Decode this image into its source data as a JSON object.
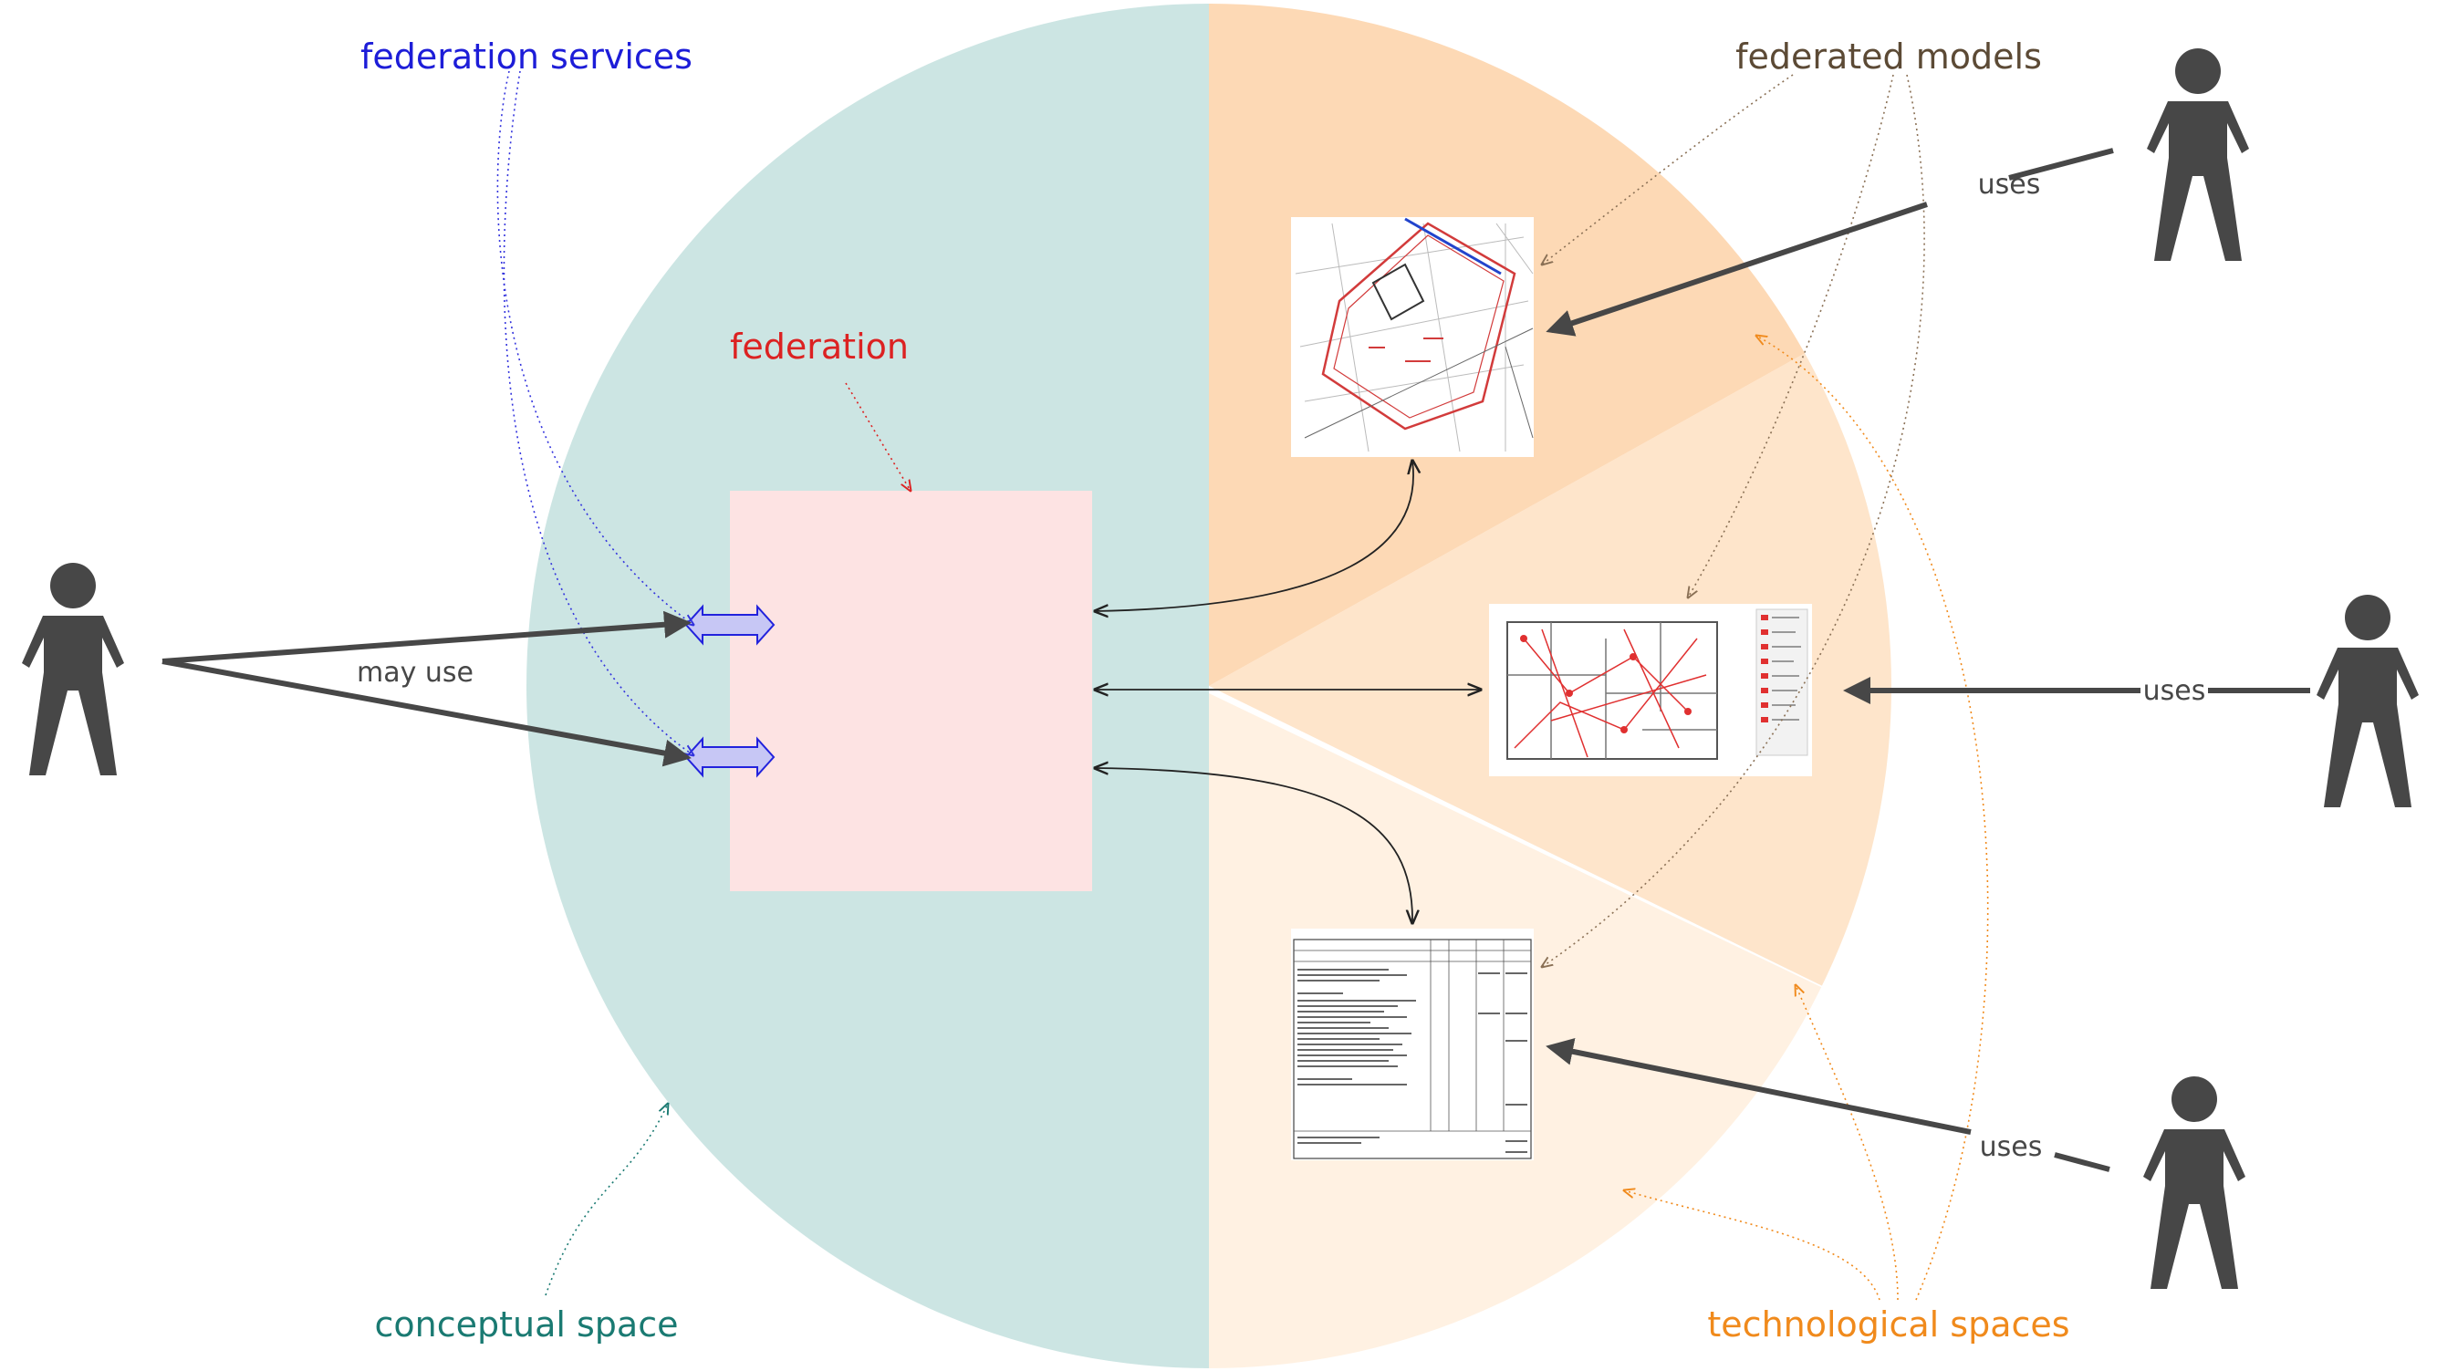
{
  "labels": {
    "federation_services": "federation services",
    "federated_models": "federated models",
    "federation": "federation",
    "may_use": "may use",
    "uses_top": "uses",
    "uses_mid": "uses",
    "uses_bottom": "uses",
    "conceptual_space": "conceptual space",
    "technological_spaces": "technological spaces"
  },
  "colors": {
    "conceptual_space": "#cce5e3",
    "tech_space_dark": "#fdd9b5",
    "tech_space_mid": "#fee5cb",
    "tech_space_light": "#fff1e2",
    "federation_box": "#fde3e3",
    "federation_services_text": "#1d1dd8",
    "federated_models_text": "#5c4a35",
    "federation_text": "#dc2222",
    "conceptual_text": "#1a7a72",
    "technological_text": "#f08a1c",
    "actor": "#474747",
    "service_arrow_fill": "#c7c7f5",
    "service_arrow_stroke": "#2222dd"
  },
  "icons": {
    "actor": "person-icon",
    "service": "double-arrow-icon"
  }
}
